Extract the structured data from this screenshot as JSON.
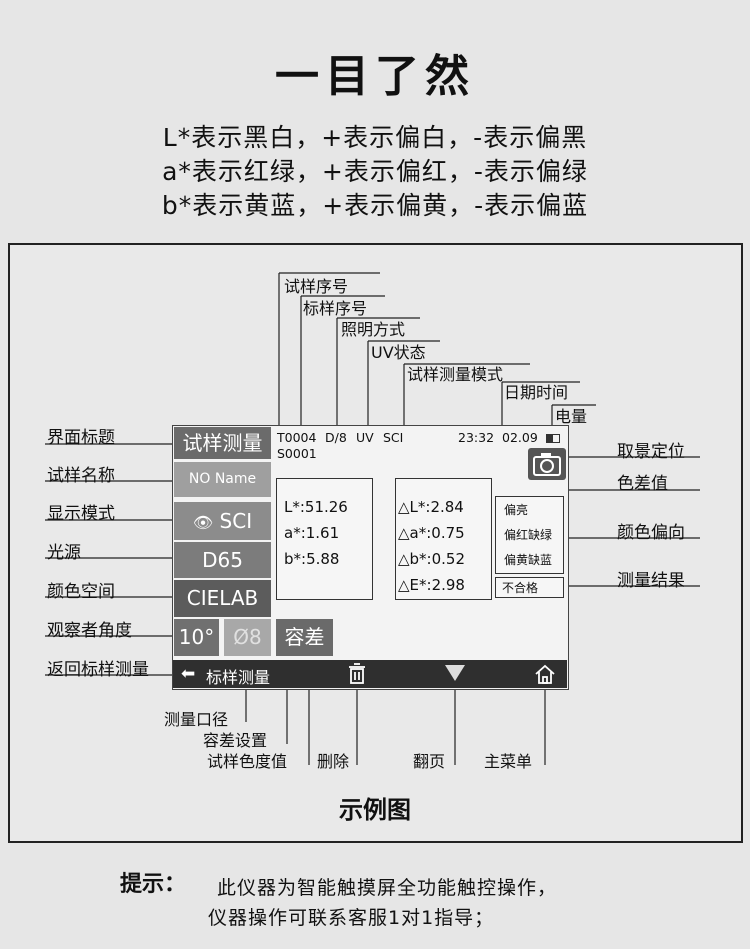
{
  "title": "一目了然",
  "legend": [
    "L*表示黑白，+表示偏白，-表示偏黑",
    "a*表示红绿，+表示偏红，-表示偏绿",
    "b*表示黄蓝，+表示偏黄，-表示偏蓝"
  ],
  "device": {
    "page_title": "试样测量",
    "sample_id": "T0004",
    "standard_id": "S0001",
    "illumination": "D/8",
    "uv": "UV",
    "mode": "SCI",
    "time": "23:32",
    "date": "02.09",
    "sample_name": "NO Name",
    "display_mode": "SCI",
    "light_source": "D65",
    "color_space": "CIELAB",
    "observer_angle": "10°",
    "aperture": "Ø8",
    "tolerance_button": "容差",
    "values": [
      "L*:51.26",
      "a*:1.61",
      "b*:5.88"
    ],
    "diffs": [
      "△L*:2.84",
      "△a*:0.75",
      "△b*:0.52",
      "△E*:2.98"
    ],
    "bias": [
      "偏亮",
      "偏红缺绿",
      "偏黄缺蓝"
    ],
    "result": "不合格",
    "back_label": "标样测量"
  },
  "left_labels": [
    "界面标题",
    "试样名称",
    "显示模式",
    "光源",
    "颜色空间",
    "观察者角度",
    "返回标样测量"
  ],
  "right_labels": [
    "取景定位",
    "色差值",
    "颜色偏向",
    "测量结果"
  ],
  "top_labels": [
    "试样序号",
    "标样序号",
    "照明方式",
    "UV状态",
    "试样测量模式",
    "日期时间",
    "电量"
  ],
  "bottom_labels": [
    "测量口径",
    "容差设置",
    "试样色度值",
    "删除",
    "翻页",
    "主菜单"
  ],
  "figure_caption": "示例图",
  "tip": {
    "heading": "提示：",
    "line1": "此仪器为智能触摸屏全功能触控操作，",
    "line2": "仪器操作可联系客服1对1指导；"
  }
}
